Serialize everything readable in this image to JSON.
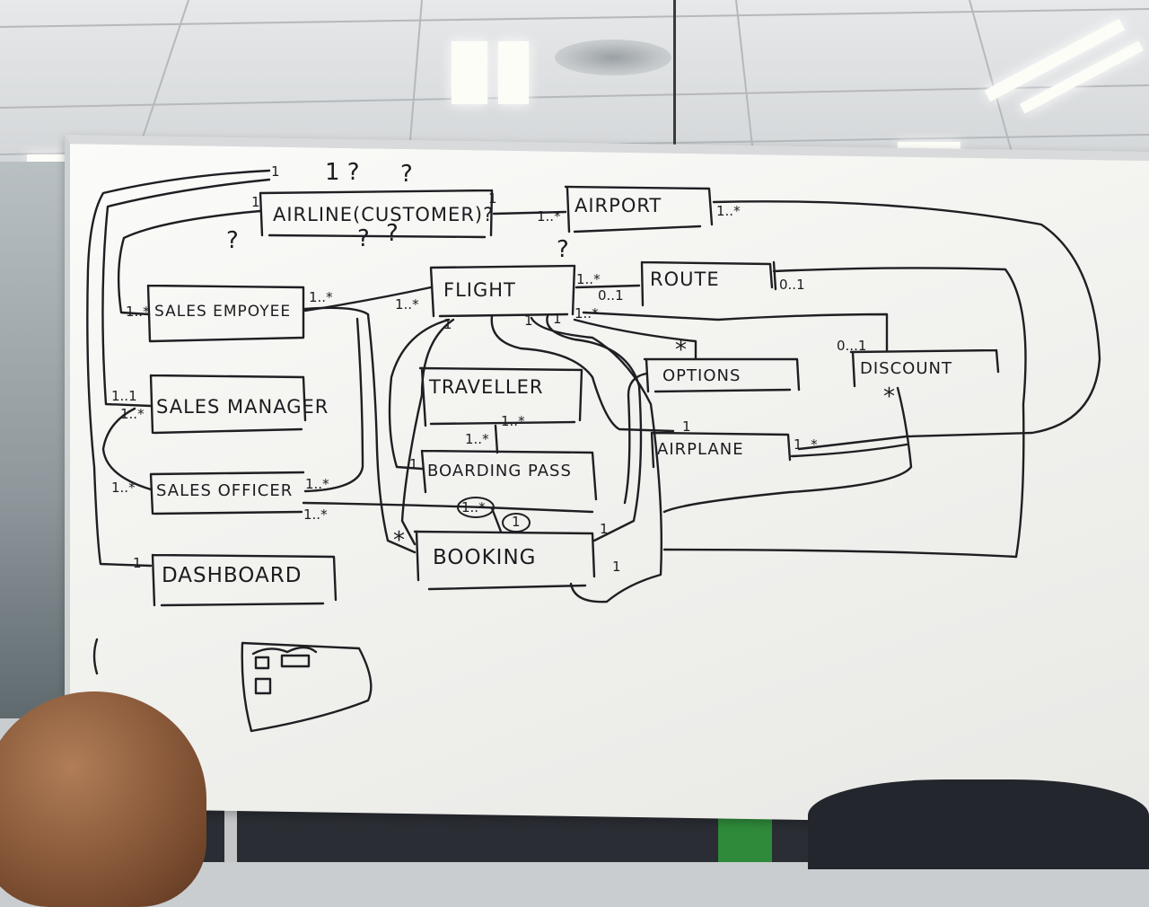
{
  "diagram": {
    "classes": [
      {
        "id": "airline",
        "label": "AIRLINE(CUSTOMER)?"
      },
      {
        "id": "airport",
        "label": "AIRPORT"
      },
      {
        "id": "flight",
        "label": "FLIGHT"
      },
      {
        "id": "route",
        "label": "ROUTE"
      },
      {
        "id": "sales_employee",
        "label": "SALES EMPOYEE"
      },
      {
        "id": "sales_manager",
        "label": "SALES MANAGER"
      },
      {
        "id": "sales_officer",
        "label": "SALES OFFICER"
      },
      {
        "id": "dashboard",
        "label": "DASHBOARD"
      },
      {
        "id": "traveller",
        "label": "TRAVELLER"
      },
      {
        "id": "boarding_pass",
        "label": "BOARDING PASS"
      },
      {
        "id": "booking",
        "label": "BOOKING"
      },
      {
        "id": "options",
        "label": "OPTIONS"
      },
      {
        "id": "discount",
        "label": "DISCOUNT"
      },
      {
        "id": "airplane",
        "label": "AIRPLANE"
      }
    ],
    "multiplicities": [
      {
        "id": "airline_top_1",
        "text": "1"
      },
      {
        "id": "airline_top_q1",
        "text": "1 ?"
      },
      {
        "id": "airline_top_q2",
        "text": "?"
      },
      {
        "id": "airline_left_1",
        "text": "1"
      },
      {
        "id": "airline_right_1",
        "text": "1"
      },
      {
        "id": "airport_left",
        "text": "1..*"
      },
      {
        "id": "airport_right",
        "text": "1..*"
      },
      {
        "id": "flight_left",
        "text": "1..*"
      },
      {
        "id": "flight_right",
        "text": "1..*"
      },
      {
        "id": "route_left",
        "text": "0..1"
      },
      {
        "id": "route_right",
        "text": "0..1"
      },
      {
        "id": "flight_bottom_right",
        "text": "1..*"
      },
      {
        "id": "flight_bottom_1a",
        "text": "1"
      },
      {
        "id": "flight_bottom_1b",
        "text": "1"
      },
      {
        "id": "flight_bottom_1c",
        "text": "1"
      },
      {
        "id": "sales_emp_left",
        "text": "1..*"
      },
      {
        "id": "sales_emp_right",
        "text": "1..*"
      },
      {
        "id": "sales_mgr_a",
        "text": "1..1"
      },
      {
        "id": "sales_mgr_b",
        "text": "1..*"
      },
      {
        "id": "sales_off_left",
        "text": "1..*"
      },
      {
        "id": "sales_off_right",
        "text": "1..*"
      },
      {
        "id": "sales_off_below",
        "text": "1..*"
      },
      {
        "id": "dashboard_1",
        "text": "1"
      },
      {
        "id": "traveller_below",
        "text": "1..*"
      },
      {
        "id": "bp_above",
        "text": "1..*"
      },
      {
        "id": "bp_left",
        "text": "1"
      },
      {
        "id": "bp_circle",
        "text": "1..*"
      },
      {
        "id": "bp_circle2",
        "text": "1"
      },
      {
        "id": "booking_left",
        "text": "*"
      },
      {
        "id": "booking_right1",
        "text": "1"
      },
      {
        "id": "booking_right2",
        "text": "1"
      },
      {
        "id": "options_top",
        "text": "*"
      },
      {
        "id": "discount_top",
        "text": "0...1"
      },
      {
        "id": "discount_bottom",
        "text": "*"
      },
      {
        "id": "airplane_left",
        "text": "1"
      },
      {
        "id": "airplane_right",
        "text": "1..*"
      },
      {
        "id": "q_left",
        "text": "?"
      },
      {
        "id": "q_below1",
        "text": "?"
      },
      {
        "id": "q_below2",
        "text": "?"
      },
      {
        "id": "q_center",
        "text": "?"
      }
    ]
  },
  "colors": {
    "ink": "#1e1f22",
    "board": "#f4f4f1"
  }
}
